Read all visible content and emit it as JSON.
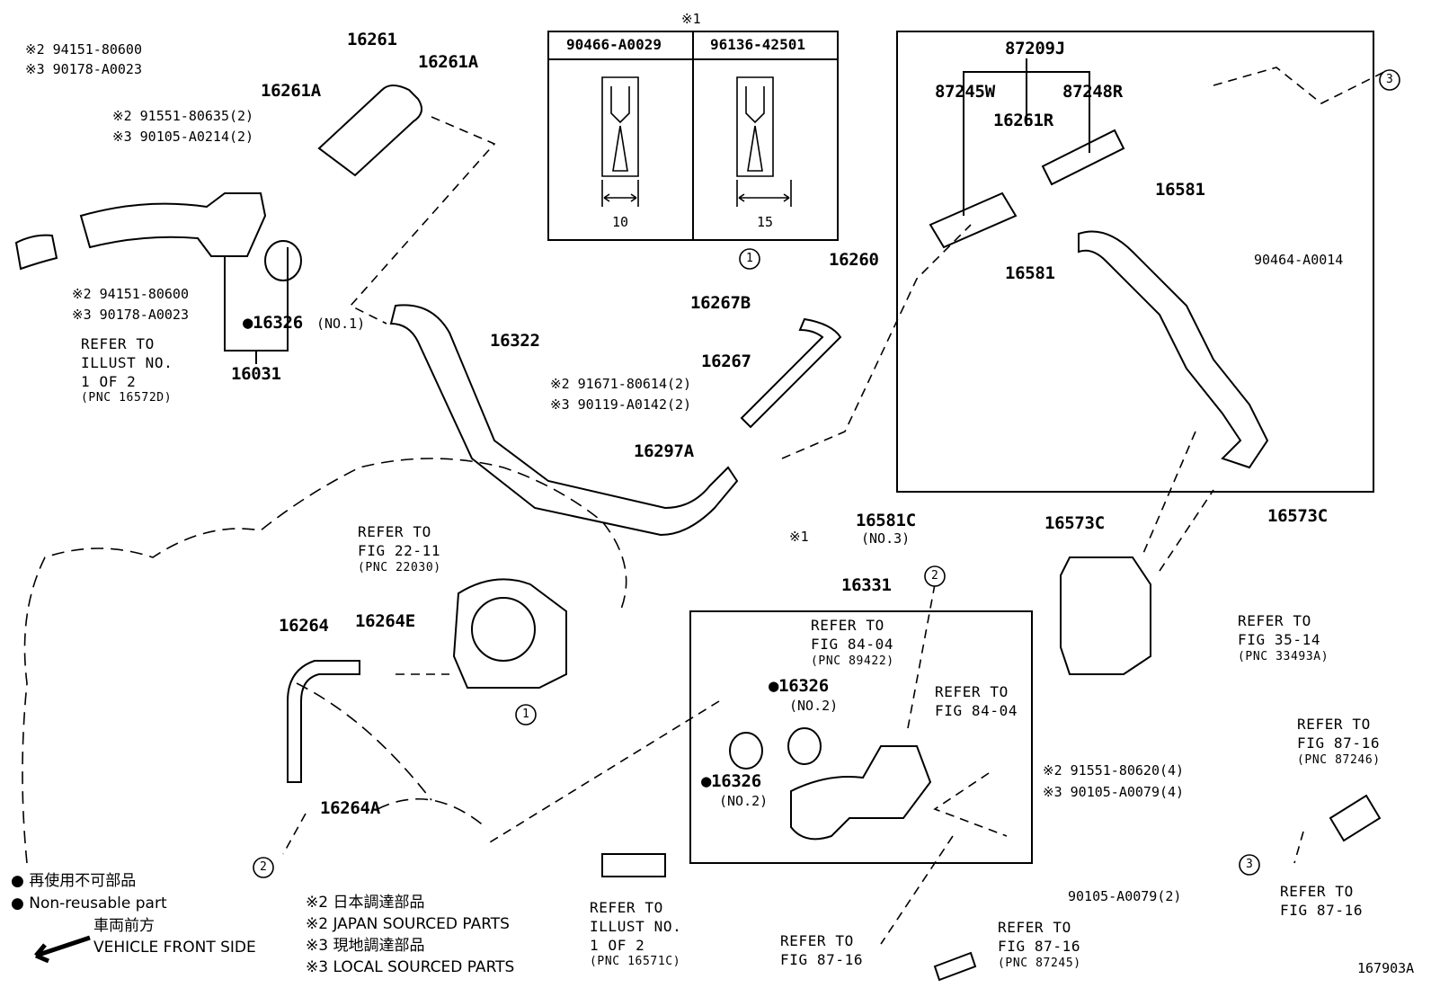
{
  "figure_id": "167903A",
  "table": {
    "note": "※1",
    "col1_part": "90466-A0029",
    "col2_part": "96136-42501",
    "col1_dim": "10",
    "col2_dim": "15"
  },
  "parts": {
    "p16261": "16261",
    "p16261A_top": "16261A",
    "p16261A_left": "16261A",
    "p16326_no1": "●16326",
    "p16326_no1_tag": "(NO.1)",
    "p16031": "16031",
    "p16322": "16322",
    "p16267B": "16267B",
    "p16267": "16267",
    "p16297A": "16297A",
    "x1_mark": "※1",
    "p87209J": "87209J",
    "p87245W": "87245W",
    "p87248R": "87248R",
    "p16261R": "16261R",
    "p16581_a": "16581",
    "p16581_b": "16581",
    "p16260": "16260",
    "p90464": "90464-A0014",
    "p16581C": "16581C",
    "p16581C_tag": "(NO.3)",
    "p16573C_a": "16573C",
    "p16573C_b": "16573C",
    "p16331": "16331",
    "p16326_no2_a": "●16326",
    "p16326_no2_a_tag": "(NO.2)",
    "p16326_no2_b": "●16326",
    "p16326_no2_b_tag": "(NO.2)",
    "p16264": "16264",
    "p16264E": "16264E",
    "p16264A": "16264A",
    "p90105_a0079_2": "90105-A0079(2)"
  },
  "fasteners": {
    "tl_2": "※2 94151-80600",
    "tl_3": "※3 90178-A0023",
    "tl2_2": "※2 91551-80635(2)",
    "tl2_3": "※3 90105-A0214(2)",
    "ml_2": "※2 94151-80600",
    "ml_3": "※3 90178-A0023",
    "bolt_2": "※2 91671-80614(2)",
    "bolt_3": "※3 90119-A0142(2)",
    "br_2": "※2 91551-80620(4)",
    "br_3": "※3 90105-A0079(4)"
  },
  "refs": {
    "illust_left": [
      "REFER TO",
      "ILLUST NO.",
      "1 OF 2",
      "(PNC 16572D)"
    ],
    "fig22": [
      "REFER TO",
      "FIG 22-11",
      "(PNC 22030)"
    ],
    "fig84a": [
      "REFER TO",
      "FIG 84-04",
      "(PNC 89422)"
    ],
    "fig84b": [
      "REFER TO",
      "FIG 84-04"
    ],
    "fig35": [
      "REFER TO",
      "FIG 35-14",
      "(PNC 33493A)"
    ],
    "fig87_top": [
      "REFER TO",
      "FIG 87-16",
      "(PNC 87246)"
    ],
    "fig87_right": [
      "REFER TO",
      "FIG 87-16"
    ],
    "illust_bottom": [
      "REFER TO",
      "ILLUST NO.",
      "1 OF 2",
      "(PNC 16571C)"
    ],
    "fig87_mid": [
      "REFER TO",
      "FIG 87-16"
    ],
    "fig87_pnc": [
      "REFER TO",
      "FIG 87-16",
      "(PNC 87245)"
    ]
  },
  "circles": [
    "1",
    "1",
    "2",
    "2",
    "3",
    "3"
  ],
  "legend": {
    "nonreuse_jp": "● 再使用不可部品",
    "nonreuse_en": "● Non-reusable part",
    "front_jp": "車両前方",
    "front_en": "VEHICLE FRONT SIDE",
    "x2_jp": "※2 日本調達部品",
    "x2_en": "※2 JAPAN SOURCED PARTS",
    "x3_jp": "※3 現地調達部品",
    "x3_en": "※3 LOCAL SOURCED PARTS"
  }
}
